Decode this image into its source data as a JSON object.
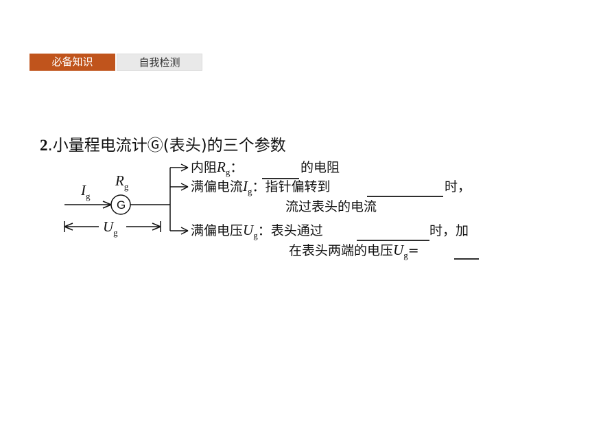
{
  "tabs": {
    "active": "必备知识",
    "inactive": "自我检测"
  },
  "heading": {
    "number": "2",
    "text": ".小量程电流计Ⓖ(表头)的三个参数"
  },
  "circuit": {
    "current_symbol": "I",
    "current_sub": "g",
    "resistance_symbol": "R",
    "resistance_sub": "g",
    "galvanometer": "G",
    "voltage_symbol": "U",
    "voltage_sub": "g"
  },
  "parameters": [
    {
      "prefix": "内阻",
      "symbol": "R",
      "sub": "g",
      "text1": "：",
      "text2": "的电阻"
    },
    {
      "prefix": "满偏电流",
      "symbol": "I",
      "sub": "g",
      "text1": "：指针偏转到",
      "text2": "时，",
      "line2": "流过表头的电流"
    },
    {
      "prefix": "满偏电压",
      "symbol": "U",
      "sub": "g",
      "text1": "：表头通过",
      "text2": "时，加",
      "line2_a": "在表头两端的电压",
      "line2_symbol": "U",
      "line2_sub": "g",
      "line2_eq": "="
    }
  ]
}
